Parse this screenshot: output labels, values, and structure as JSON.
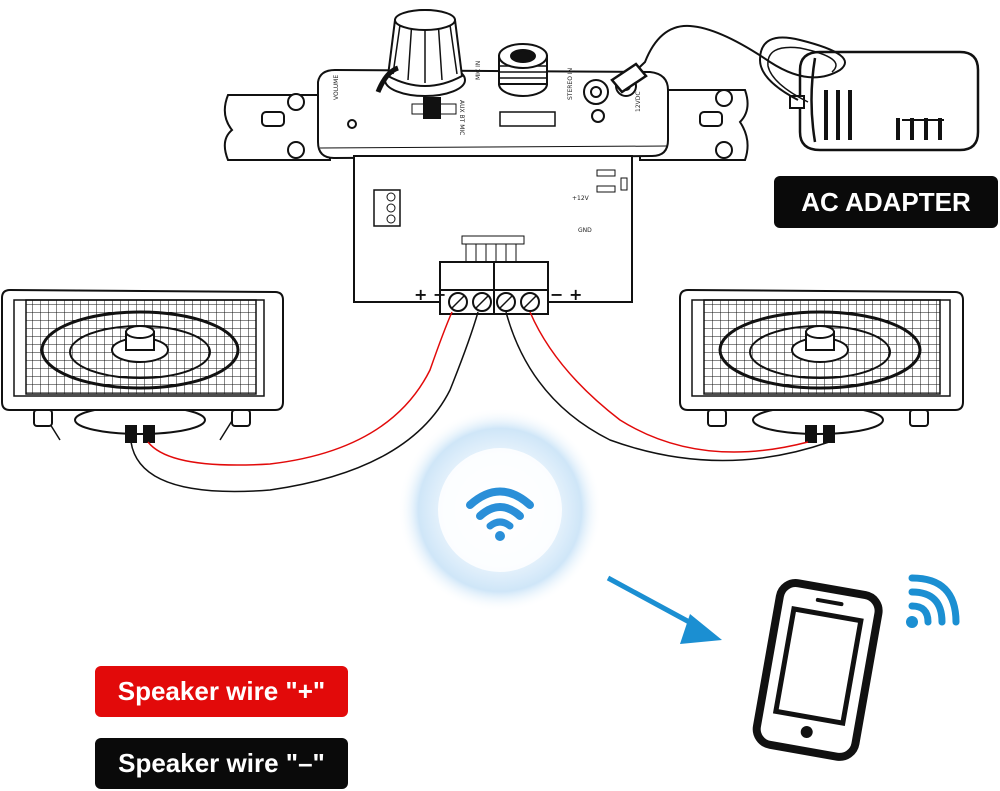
{
  "labels": {
    "ac_adapter": "AC ADAPTER",
    "speaker_wire_plus": "Speaker wire \"+\"",
    "speaker_wire_minus": "Speaker wire \"–\""
  },
  "amplifier_panel": {
    "left_polarity": "+ −",
    "right_polarity": "− +",
    "power_label": "+12V",
    "ground_label": "GND"
  },
  "colors": {
    "wire_positive": "#e20a0a",
    "wire_negative": "#111111",
    "wireless_blue": "#2a8fd8",
    "arrow_blue": "#1b8fd2",
    "label_black": "#0a0a0a",
    "label_red": "#e20a0a"
  },
  "icons": [
    "wifi-icon",
    "arrow-icon",
    "smartphone-icon",
    "signal-icon",
    "ac-adapter-icon",
    "speaker-icon",
    "volume-knob-icon"
  ]
}
